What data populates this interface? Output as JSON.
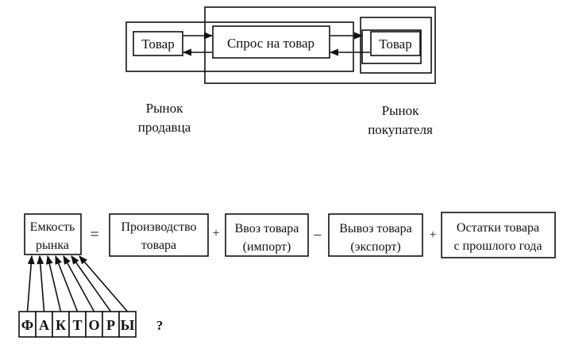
{
  "top_diagram": {
    "left_product": "Товар",
    "demand": "Спрос на товар",
    "right_product": "Товар",
    "seller_market": [
      "Рынок",
      "продавца"
    ],
    "buyer_market": [
      "Рынок",
      "покупателя"
    ]
  },
  "equation": {
    "capacity": [
      "Емкость",
      "рынка"
    ],
    "equals": "=",
    "production": [
      "Производство",
      "товара"
    ],
    "plus1": "+",
    "import": [
      "Ввоз товара",
      "(импорт)"
    ],
    "minus": "–",
    "export": [
      "Вывоз товара",
      "(экспорт)"
    ],
    "plus2": "+",
    "remains": [
      "Остатки товара",
      "с прошлого года"
    ]
  },
  "factors": {
    "letters": [
      "Ф",
      "А",
      "К",
      "Т",
      "О",
      "Р",
      "Ы"
    ],
    "question": "?"
  }
}
